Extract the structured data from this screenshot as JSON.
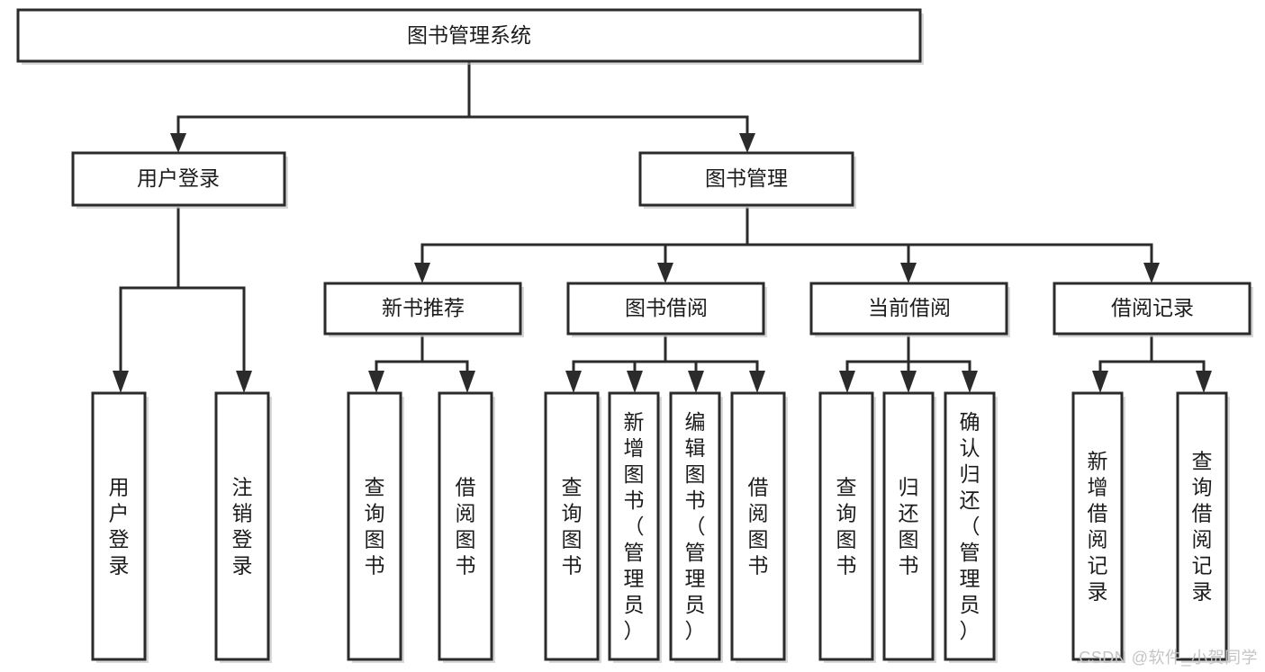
{
  "diagram": {
    "title": "图书管理系统",
    "type": "hierarchy-tree",
    "watermark": "CSDN @软件_小贺同学",
    "colors": {
      "box_stroke": "#2b2b2b",
      "box_fill": "#ffffff",
      "text": "#1c1c1c",
      "watermark": "#c4c4c4",
      "background": "#ffffff"
    },
    "levels": {
      "level0": [
        {
          "id": "root",
          "label": "图书管理系统",
          "orientation": "horizontal"
        }
      ],
      "level1": [
        {
          "id": "user-login",
          "label": "用户登录",
          "orientation": "horizontal"
        },
        {
          "id": "book-manage",
          "label": "图书管理",
          "orientation": "horizontal"
        }
      ],
      "level2": [
        {
          "id": "new-book-rec",
          "label": "新书推荐",
          "orientation": "horizontal",
          "parent": "book-manage"
        },
        {
          "id": "book-borrow",
          "label": "图书借阅",
          "orientation": "horizontal",
          "parent": "book-manage"
        },
        {
          "id": "current-borrow",
          "label": "当前借阅",
          "orientation": "horizontal",
          "parent": "book-manage"
        },
        {
          "id": "borrow-record",
          "label": "借阅记录",
          "orientation": "horizontal",
          "parent": "book-manage"
        }
      ],
      "level3": [
        {
          "id": "leaf-user-login",
          "label": "用户登录",
          "orientation": "vertical",
          "parent": "user-login"
        },
        {
          "id": "leaf-logout",
          "label": "注销登录",
          "orientation": "vertical",
          "parent": "user-login"
        },
        {
          "id": "leaf-query-book-1",
          "label": "查询图书",
          "orientation": "vertical",
          "parent": "new-book-rec"
        },
        {
          "id": "leaf-borrow-book-1",
          "label": "借阅图书",
          "orientation": "vertical",
          "parent": "new-book-rec"
        },
        {
          "id": "leaf-query-book-2",
          "label": "查询图书",
          "orientation": "vertical",
          "parent": "book-borrow"
        },
        {
          "id": "leaf-add-book",
          "label": "新增图书（管理员）",
          "orientation": "vertical",
          "parent": "book-borrow"
        },
        {
          "id": "leaf-edit-book",
          "label": "编辑图书（管理员）",
          "orientation": "vertical",
          "parent": "book-borrow"
        },
        {
          "id": "leaf-borrow-book-2",
          "label": "借阅图书",
          "orientation": "vertical",
          "parent": "book-borrow"
        },
        {
          "id": "leaf-query-book-3",
          "label": "查询图书",
          "orientation": "vertical",
          "parent": "current-borrow"
        },
        {
          "id": "leaf-return-book",
          "label": "归还图书",
          "orientation": "vertical",
          "parent": "current-borrow"
        },
        {
          "id": "leaf-confirm-return",
          "label": "确认归还（管理员）",
          "orientation": "vertical",
          "parent": "current-borrow"
        },
        {
          "id": "leaf-add-record",
          "label": "新增借阅记录",
          "orientation": "vertical",
          "parent": "borrow-record"
        },
        {
          "id": "leaf-query-record",
          "label": "查询借阅记录",
          "orientation": "vertical",
          "parent": "borrow-record"
        }
      ]
    }
  }
}
